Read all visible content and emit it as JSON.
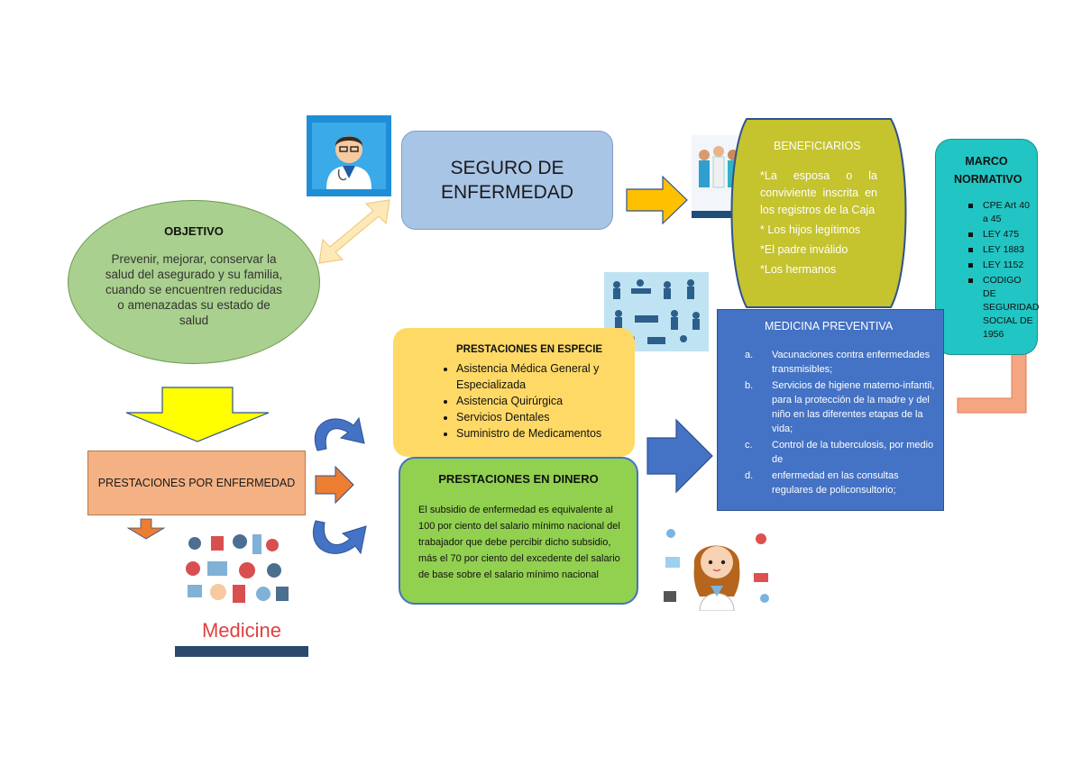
{
  "nodes": {
    "seguro": {
      "title": "SEGURO DE ENFERMEDAD"
    },
    "objetivo": {
      "title": "OBJETIVO",
      "text": "Prevenir, mejorar, conservar la salud del asegurado y su familia, cuando se encuentren reducidas o amenazadas su estado de salud"
    },
    "prestaciones_enfermedad": {
      "title": "PRESTACIONES POR ENFERMEDAD"
    },
    "especie": {
      "title": "PRESTACIONES EN ESPECIE",
      "items": [
        "Asistencia Médica General y Especializada",
        "Asistencia Quirúrgica",
        "Servicios Dentales",
        "Suministro de Medicamentos"
      ]
    },
    "dinero": {
      "title": "PRESTACIONES EN DINERO",
      "text": "El subsidio de enfermedad es equivalente al 100 por ciento del salario mínimo nacional del trabajador que debe percibir dicho subsidio, más el 70 por ciento del excedente del salario de base sobre el salario mínimo nacional"
    },
    "beneficiarios": {
      "title": "BENEFICIARIOS",
      "items": [
        "*La esposa o la conviviente inscrita en los registros de la Caja",
        "* Los hijos legítimos",
        "*El padre inválido",
        "*Los hermanos"
      ]
    },
    "marco": {
      "title": "MARCO NORMATIVO",
      "items": [
        "CPE Art 40 a 45",
        "LEY 475",
        "LEY 1883",
        "LEY 1152",
        "CODIGO DE SEGURIDAD SOCIAL DE 1956"
      ]
    },
    "preventiva": {
      "title": "MEDICINA PREVENTIVA",
      "items": [
        {
          "marker": "a.",
          "text": "Vacunaciones contra enfermedades transmisibles;"
        },
        {
          "marker": "b.",
          "text": "Servicios de higiene materno-infantil, para la protección de la madre y del niño en las diferentes etapas de la vida;"
        },
        {
          "marker": "c.",
          "text": "Control de la tuberculosis, por medio de"
        },
        {
          "marker": "d.",
          "text": "enfermedad en las consultas regulares de policonsultorio;"
        }
      ]
    }
  },
  "images": {
    "medicine_poster": {
      "label": "Medicine"
    }
  },
  "colors": {
    "seguro": "#a9c5e6",
    "objetivo": "#a9d08e",
    "prestaciones_enfermedad": "#f4b183",
    "especie": "#ffd966",
    "dinero": "#92d050",
    "beneficiarios": "#c5c32e",
    "marco": "#21c5c3",
    "preventiva": "#4472c4",
    "arrow_yellow": "#ffc000",
    "arrow_blue": "#4472c4",
    "arrow_orange": "#ed7d31",
    "arrow_salmon": "#f4a582"
  }
}
